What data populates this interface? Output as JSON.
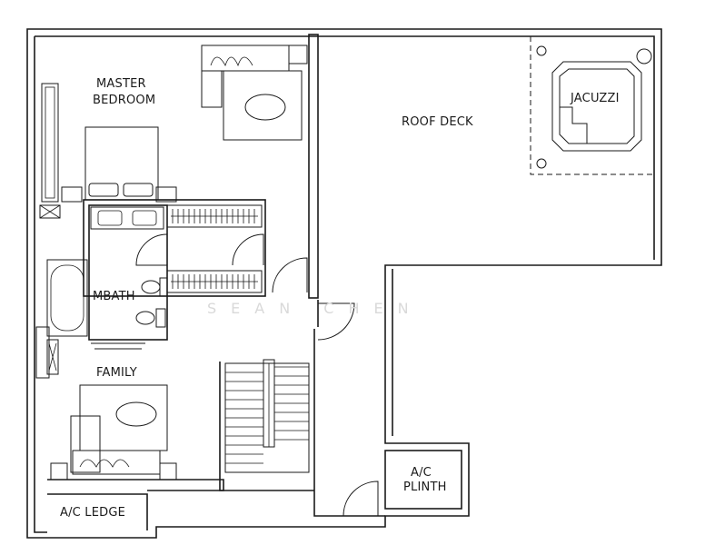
{
  "rooms": {
    "master_bedroom_line1": "MASTER",
    "master_bedroom_line2": "BEDROOM",
    "roof_deck": "ROOF DECK",
    "jacuzzi": "JACUZZI",
    "mbath": "MBATH",
    "family": "FAMILY",
    "ac_ledge": "A/C LEDGE",
    "ac_plinth_line1": "A/C",
    "ac_plinth_line2": "PLINTH"
  },
  "watermark": "SEAN CHEN"
}
